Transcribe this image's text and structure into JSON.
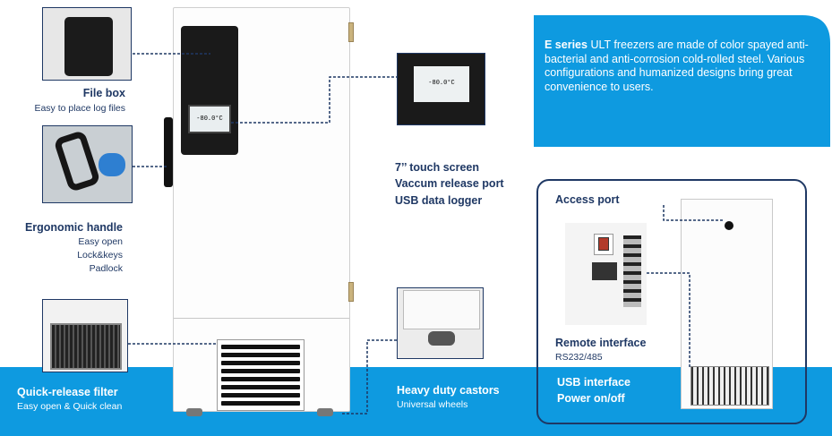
{
  "info": {
    "lead": "E series",
    "text": " ULT freezers are made of color spayed anti-bacterial and anti-corrosion cold-rolled steel. Various configurations and humanized designs bring great convenience to users."
  },
  "file_box": {
    "title": "File box",
    "sub": "Easy to place log files"
  },
  "handle": {
    "title": "Ergonomic handle",
    "lines": [
      "Easy open",
      "Lock&keys",
      "Padlock"
    ]
  },
  "filter": {
    "title": "Quick-release filter",
    "sub": "Easy open & Quick clean"
  },
  "touch": {
    "lines": [
      "7’’ touch screen",
      "Vaccum release port",
      "USB data logger"
    ]
  },
  "display_temp": "-80.0°C",
  "castors": {
    "title": "Heavy duty castors",
    "sub": "Universal wheels"
  },
  "access_port": {
    "title": "Access port"
  },
  "remote": {
    "title": "Remote interface",
    "sub": "RS232/485"
  },
  "usb": {
    "lines": [
      "USB interface",
      "Power on/off"
    ]
  },
  "colors": {
    "brand_blue": "#0e9ae0",
    "navy": "#1f3864"
  }
}
